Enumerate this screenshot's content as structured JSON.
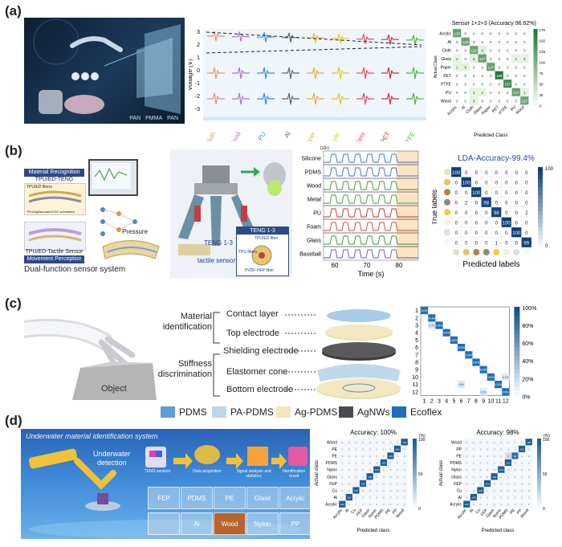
{
  "panels": {
    "a": {
      "label": "(a)",
      "scheme_legend": [
        "PAN",
        "PMMA",
        "PAN"
      ],
      "signal_plot": {
        "ylabel": "Voltage (V)",
        "yticks": [
          "3",
          "2",
          "1",
          "0",
          "-1",
          "-2",
          "-3"
        ],
        "materials": [
          "Cloth",
          "Wood",
          "PU",
          "Al",
          "Paper",
          "Acrylic",
          "Glass",
          "PET",
          "PTFE"
        ],
        "material_colors": [
          "#e8956a",
          "#b07ac8",
          "#3a8fd6",
          "#666666",
          "#e8b040",
          "#e8c820",
          "#e05060",
          "#d03030",
          "#5ab04a"
        ]
      },
      "confusion": {
        "title": "Sensor 1+2+3 (Accuracy 96.62%)",
        "ylabel": "Actual Class",
        "xlabel": "Predicted Class",
        "classes": [
          "Acrylic",
          "Al",
          "Cloth",
          "Glass",
          "Paper",
          "PET",
          "PTFE",
          "PU",
          "Wood"
        ],
        "colorbar_ticks": [
          "175",
          "150",
          "125",
          "100",
          "75",
          "50",
          "25",
          "0"
        ],
        "matrix": [
          [
            130,
            0,
            0,
            0,
            0,
            0,
            0,
            0,
            0
          ],
          [
            0,
            126,
            0,
            0,
            0,
            0,
            0,
            0,
            0
          ],
          [
            0,
            0,
            122,
            6,
            0,
            0,
            0,
            0,
            0
          ],
          [
            2,
            0,
            5,
            127,
            0,
            0,
            0,
            1,
            4
          ],
          [
            1,
            6,
            0,
            0,
            127,
            0,
            0,
            0,
            0
          ],
          [
            0,
            0,
            0,
            0,
            0,
            188,
            0,
            0,
            0
          ],
          [
            0,
            0,
            0,
            0,
            0,
            0,
            157,
            0,
            0
          ],
          [
            0,
            0,
            1,
            2,
            0,
            0,
            0,
            127,
            1
          ],
          [
            0,
            0,
            3,
            0,
            0,
            0,
            0,
            0,
            117
          ]
        ]
      }
    },
    "b": {
      "label": "(b)",
      "material_recognition": "Material Recognition",
      "tpued_teng": "TPU/ED-TENG",
      "tpued_fibers": "TPU/ED fibers",
      "tpu_ag_substrates": "TPU/AgNanowire/CNT substrates",
      "tactile_sensor": "TPU/ED-Tactile Sensor",
      "movement_perception": "Movement Perception",
      "pressure": "Pressure",
      "caption": "Dual-function sensor system",
      "teng_label": "TENG 1-3",
      "teng_inset_title": "TENG 1-3",
      "tactile_label": "tactile sensor",
      "inset_fibers": [
        "TPU/ED fiber",
        "TPU fibers",
        "PVDF-HFP fiber"
      ],
      "signals": {
        "materials": [
          "Silicone",
          "PDMS",
          "Wood",
          "Metal",
          "PU",
          "Foam",
          "Glass",
          "Baseball"
        ],
        "colors": [
          "#3a6fd6",
          "#3a6fd6",
          "#3a8f3a",
          "#3a9f3a",
          "#c03030",
          "#d04040",
          "#3a8f3a",
          "#7050a0"
        ],
        "xlabel": "Time (s)",
        "xticks": [
          "60",
          "70",
          "80"
        ],
        "unit_note": "(10⁶)"
      },
      "lda": {
        "title": "LDA-Accuracy-99.4%",
        "ylabel": "True labels",
        "xlabel": "Predicted labels",
        "colorbar_ticks": [
          "100",
          "0"
        ],
        "matrix": [
          [
            100,
            0,
            0,
            0,
            0,
            0,
            0,
            0
          ],
          [
            0,
            100,
            0,
            0,
            0,
            0,
            0,
            0
          ],
          [
            0,
            0,
            100,
            0,
            0,
            0,
            0,
            0
          ],
          [
            0,
            2,
            0,
            98,
            0,
            0,
            0,
            0
          ],
          [
            0,
            0,
            0,
            0,
            98,
            0,
            0,
            2
          ],
          [
            0,
            0,
            0,
            0,
            0,
            100,
            0,
            0
          ],
          [
            0,
            0,
            0,
            0,
            0,
            0,
            100,
            0
          ],
          [
            0,
            0,
            0,
            0,
            1,
            0,
            0,
            99
          ]
        ]
      }
    },
    "c": {
      "label": "(c)",
      "object_label": "Object",
      "material_identification": [
        "Material",
        "identification"
      ],
      "stiffness_discrimination": [
        "Stiffness",
        "discrimination"
      ],
      "layers": [
        "Contact layer",
        "Top electrode",
        "Shielding electrode",
        "Elastomer cone",
        "Bottom electrode"
      ],
      "legend": [
        {
          "name": "PDMS",
          "color": "#5b9fd8"
        },
        {
          "name": "PA-PDMS",
          "color": "#bcd6ec"
        },
        {
          "name": "Ag-PDMS",
          "color": "#f1e6bd"
        },
        {
          "name": "AgNWs",
          "color": "#4a4a4a"
        },
        {
          "name": "Ecoflex",
          "color": "#1f6fbe"
        }
      ],
      "confusion": {
        "size": 12,
        "ticks": [
          "1",
          "2",
          "3",
          "4",
          "5",
          "6",
          "7",
          "8",
          "9",
          "10",
          "11",
          "12"
        ],
        "colorbar_ticks": [
          "100%",
          "80%",
          "60%",
          "40%",
          "20%",
          "0%"
        ],
        "diag": [
          "100%",
          "93.8%",
          "100%",
          "100%",
          "100%",
          "100%",
          "100%",
          "100%",
          "93.8%",
          "100%",
          "93.8%",
          "100%"
        ],
        "offdiag": [
          {
            "row": 2,
            "col": 1,
            "value": "6.2%"
          },
          {
            "row": 9,
            "col": 11,
            "value": "6.2%"
          },
          {
            "row": 11,
            "col": 8,
            "value": "6.2%"
          },
          {
            "row": 10,
            "col": 5,
            "value": "15%"
          }
        ]
      }
    },
    "d": {
      "label": "(d)",
      "system_title": "Underwater material identification system",
      "underwater_detection": [
        "Underwater",
        "detection"
      ],
      "pipeline": [
        "TENG sensors",
        "Data acquisition",
        "Signal analysis and statistics",
        "Identification result"
      ],
      "tiles": [
        "FEP",
        "PDMS",
        "PE",
        "Glass",
        "Acrylic",
        "",
        "Al",
        "Wood",
        "Nylon",
        "PP"
      ],
      "cm1": {
        "title": "Accuracy: 100%",
        "ylabel": "Actual class",
        "xlabel": "Predicted class",
        "classes": [
          "Wood",
          "PE",
          "PE",
          "PDMS",
          "Nylon",
          "Glass",
          "FEP",
          "Cu",
          "Al",
          "Acrylic"
        ],
        "xclasses": [
          "Acrylic",
          "Al",
          "Cu",
          "FEP",
          "Glass",
          "Nylon",
          "PDMS",
          "PE",
          "PP",
          "Wood"
        ],
        "unit": "(%)",
        "colorbar_ticks": [
          "100",
          "50",
          "0"
        ]
      },
      "cm2": {
        "title": "Accuracy: 98%",
        "ylabel": "Actual class",
        "xlabel": "Predicted class",
        "classes": [
          "Wood",
          "PP",
          "PE",
          "PDMS",
          "Nylon",
          "Glass",
          "FEP",
          "Cu",
          "Al",
          "Acrylic"
        ],
        "xclasses": [
          "Acrylic",
          "Al",
          "Cu",
          "FEP",
          "Glass",
          "Nylon",
          "PDMS",
          "PE",
          "PP",
          "Wood"
        ],
        "unit": "(%)",
        "colorbar_ticks": [
          "100",
          "50",
          "0"
        ]
      }
    }
  }
}
